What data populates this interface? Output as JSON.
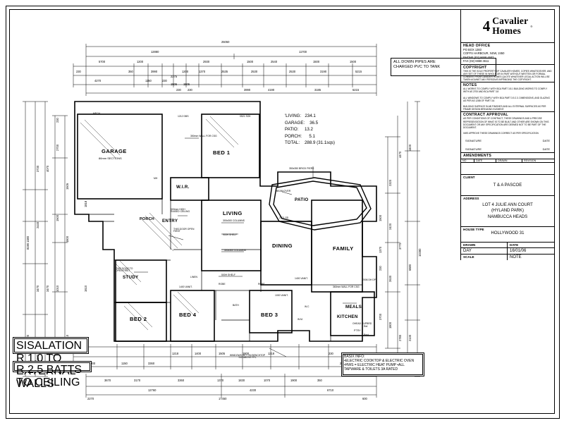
{
  "sheet": {
    "logo": {
      "mark": "4",
      "line1": "Cavalier",
      "line2": "Homes",
      "reg": "®"
    },
    "head_office": {
      "title": "HEAD OFFICE",
      "body": "PO BOX 1383\nCOFFS HARBOUR, NSW, 2450\nPHONE (02) 6658 4507\nFAX (02) 6658 4611"
    },
    "copyright": {
      "title": "COPYRIGHT",
      "body": "THIS IS THE SOLE PROPERTY OF CAVALIER HOMES. COPIES WHATSOEVER, AND ANY SET OF THESE IN WHOLE OR IN PART WITHOUT WRITTEN OR FORMAL CONSENT FROM CAVALIER HOMES QUOTE WHATEVER LEGAL ACTION WILL BE TAKEN AGAINST ANY PERSON/S INFRINGING THE COPYRIGHT."
    },
    "notes": {
      "title": "NOTES",
      "body": "ALL WORKS TO COMPLY WITH BCA PART 3.8.1 BUILDING WORKS TO COMPLY WITH AS 2700 AND BCA PART 3.8\n\nALL WINDOWS TO COMPLY WITH BCA PART 3.9.2.3. DIMENSIONS, AND GLAZING AS PER AS 1288 OF PART 3.6\n\nBUILDING SURFACE SLAB FINISHES AND ALL EXTERNAL SURFACES AS PER FRAME DESIGN BREAKING ELEMENT."
    },
    "contract": {
      "title": "CONTRACT APPROVAL",
      "body": "AS PER CONDITIONS OF CONTRACT, THESE DRAWINGS AND A PRECISE REPRESENTATION OF WHAT IS TO BE BUILT AND OTHER ARE SHOWN ON THIS DOCUMENT OR ANY SPECIFICATION ARE DEEMED NOT TO BE PART OF THE DOCUMENT.\n\nI/WE APPROVE THESE DRAWINGS CORRECT AS PER SPECIFICATION",
      "sig_left": "SIGNATURE",
      "sig_right": "DATE",
      "sig_left2": "SIGNATURE",
      "sig_right2": "DATE"
    },
    "amendments": {
      "title": "AMENDMENTS",
      "cols": [
        "NO",
        "DATE",
        "DRAWN",
        "REVISION"
      ]
    },
    "client": {
      "label": "CLIENT",
      "value": "T & A PASCOE"
    },
    "address": {
      "label": "ADDRESS",
      "value": "LOT 4 JULIE ANN COURT\n(HYLAND PARK)\nNAMBUCCA HEADS"
    },
    "house_type": {
      "label": "HOUSE TYPE",
      "value": "HOLLYWOOD 31"
    },
    "drawn": {
      "label": "DRAWN",
      "value": "DAY"
    },
    "date": {
      "label": "DATE",
      "value": "16/01/06"
    },
    "scale": {
      "label": "SCALE",
      "value": "NOTE"
    }
  },
  "plan_notes": {
    "down_pipes": "ALL DOWN PIPES ARE\nCHARGED PVC TO TANK",
    "areas": "'LIVING:   234.1\nGARAGE:    36.5\nPATIO:     13.2\nPORCH:      5.1\nTOTAL:    288.9 (31.1sqs)",
    "sisalation": "SISALATION R 1.0\nTO EXTERNAL WALLS",
    "batts": "R 2.5 BATTS TO CEILING",
    "basix_title": "BASIX INFO:",
    "basix": "•ELECTRIC COOKTOP & ELECTRIC OVEN\n•HWS = ELECTRIC HEAT PUMP\n•ALL TAPWARE & TOILETS 3A RATED",
    "windows_note": "WINDOWS SET ON BENCHTOP\n915 ABOVE FFL"
  },
  "rooms": [
    {
      "name": "GARAGE",
      "sub": "86mm SECTIONS"
    },
    {
      "name": "BED 1"
    },
    {
      "name": "W.I.R."
    },
    {
      "name": "ENTRY"
    },
    {
      "name": "PORCH"
    },
    {
      "name": "LIVING"
    },
    {
      "name": "PATIO"
    },
    {
      "name": "DINING"
    },
    {
      "name": "FAMILY"
    },
    {
      "name": "STUDY"
    },
    {
      "name": "BED 2"
    },
    {
      "name": "BED 4"
    },
    {
      "name": "BED 3"
    },
    {
      "name": "KITCHEN"
    },
    {
      "name": "MEALS"
    }
  ],
  "plan_annotations": [
    "350mm WALL FOR CSG",
    "350x350 BRICK PIERS",
    "BEAM OVER",
    "2121 SD",
    "300x300 COLUMNS",
    "900H SHELF",
    "300x300 COLUMNS",
    "500H SHELF",
    "1400 VANIT.",
    "1400 VANIT.",
    "1000 VANIT.",
    "500mm HIGH RAISED CEILING",
    "THIS DOOR OPEN FIRST",
    "THIS DOOR TO OPEN FIRST",
    "LINEN",
    "ROBE",
    "ROBE",
    "W.C",
    "BATH",
    "W.M.",
    "OHEAD CUPBRD",
    "P'TRY",
    "Ref.",
    "Post",
    "360mm WALL FOR CSG",
    "2006 DH  DP",
    "0521 SOK",
    "1212 DBS",
    "MECH",
    "MH"
  ],
  "top_dims": [
    "25050",
    "12880",
    "11700",
    "5700",
    "1200",
    "2930",
    "1500",
    "2540",
    "1500",
    "1500",
    "4270",
    "350",
    "1150",
    "3990",
    "1200",
    "1370",
    "2535",
    "2530",
    "2530",
    "3190",
    "5215",
    "230",
    "230",
    "230",
    "230",
    "2275",
    "1505",
    "1505",
    "2275",
    "3990",
    "4190",
    "3185",
    "5215"
  ],
  "left_dims": [
    "8190",
    "3730",
    "4070",
    "2700",
    "2440",
    "1380",
    "3470",
    "3470",
    "3320",
    "1500",
    "1800",
    "1010",
    "2270",
    "1010",
    "1505",
    "230",
    "1818",
    "1610"
  ],
  "right_dims": [
    "10280",
    "4400",
    "4470",
    "6880",
    "3770",
    "2320",
    "2420",
    "2630",
    "1800",
    "2780",
    "2130",
    "3700",
    "1500",
    "1370",
    "230"
  ],
  "bottom_dims": [
    "17450",
    "12760",
    "6710",
    "4230",
    "3170",
    "3360",
    "1370",
    "1830",
    "1070",
    "1900",
    "350",
    "2270",
    "3670",
    "2000",
    "1150",
    "3360",
    "1218",
    "1400",
    "1505",
    "1800",
    "1218",
    "230",
    "400",
    "230",
    "600"
  ]
}
